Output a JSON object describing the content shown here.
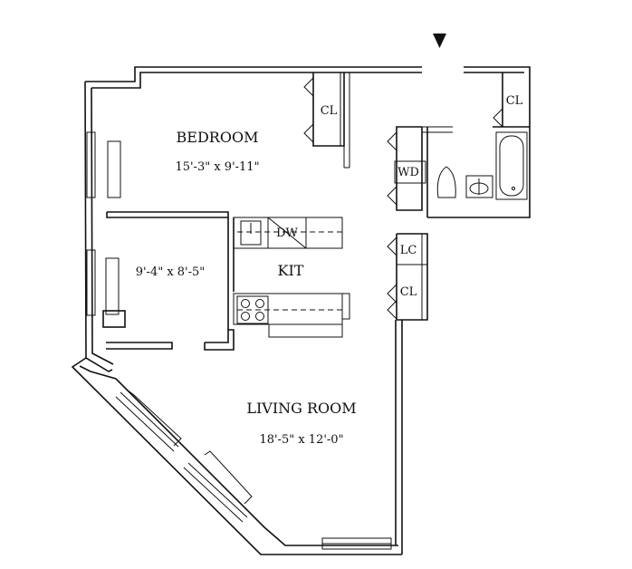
{
  "rooms": {
    "bedroom": {
      "name": "BEDROOM",
      "dims": "15'-3\" x 9'-11\""
    },
    "den": {
      "dims": "9'-4\" x 8'-5\""
    },
    "kitchen": {
      "name": "KIT"
    },
    "living": {
      "name": "LIVING ROOM",
      "dims": "18'-5\" x 12'-0\""
    }
  },
  "fixtures": {
    "closet_bedroom": "CL",
    "closet_bath": "CL",
    "washer_dryer": "WD",
    "linen_closet": "LC",
    "closet_hall": "CL",
    "dishwasher": "DW"
  },
  "icons": {
    "entry": "entry-arrow-icon"
  }
}
